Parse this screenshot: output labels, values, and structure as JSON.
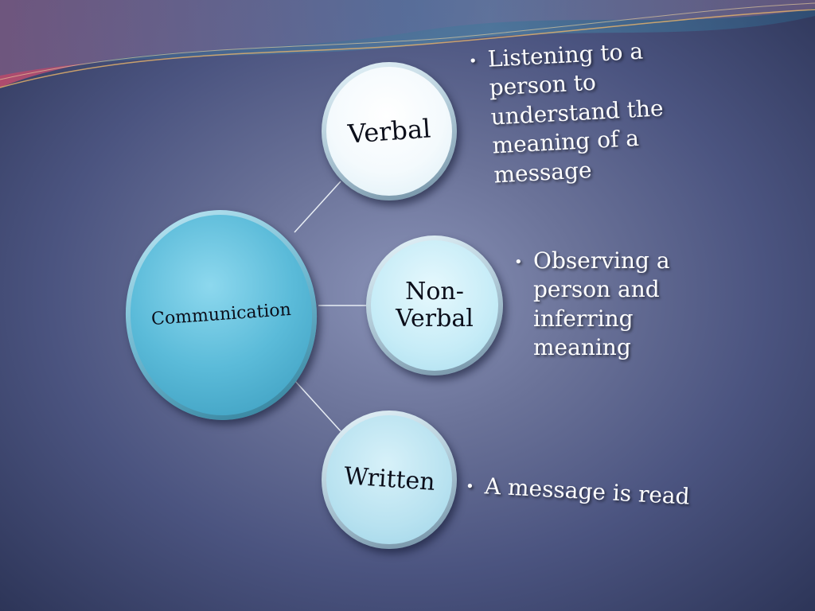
{
  "diagram": {
    "center": {
      "label": "Communication"
    },
    "branches": [
      {
        "label": "Verbal",
        "description": "Listening to a person to understand the meaning of a message"
      },
      {
        "label": "Non-Verbal",
        "description": "Observing a person and inferring meaning"
      },
      {
        "label": "Written",
        "description": "A message is read"
      }
    ]
  },
  "colors": {
    "background": "#5d6690",
    "center_fill": "#5bbbd9",
    "node_fill": "#c6ecf7",
    "text_light": "#ffffff",
    "text_dark": "#0b0e1a"
  },
  "bullet_glyph": "•"
}
